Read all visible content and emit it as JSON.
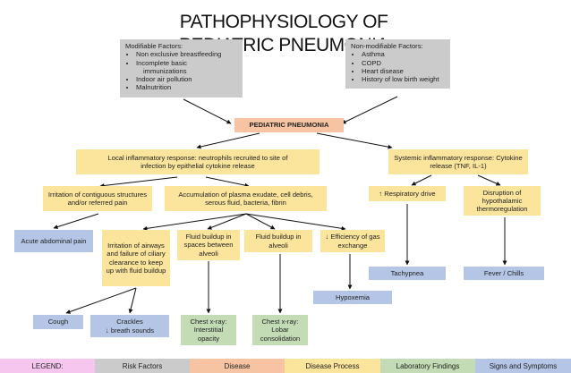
{
  "title": "PATHOPHYSIOLOGY OF PEDIATRIC PNEUMONIA",
  "modifiable": {
    "heading": "Modifiable Factors:",
    "items": [
      "Non exclusive breastfeeding",
      "Incomplete basic",
      "Indoor air pollution",
      "Malnutrition"
    ],
    "item2_cont": "immunizations"
  },
  "nonmodifiable": {
    "heading": "Non-modifiable Factors:",
    "items": [
      "Asthma",
      "COPD",
      "Heart disease",
      "History of low birth weight"
    ]
  },
  "disease": "PEDIATRIC PNEUMONIA",
  "nodes": {
    "local_response": "Local inflammatory response: neutrophils recruited to site of infection by epithelial cytokine release",
    "systemic_response": "Systemic inflammatory response: Cytokine release (TNF, IL-1)",
    "irritation_contiguous": "Irritation of contiguous structures and/or referred pain",
    "accumulation": "Accumulation of plasma exudate, cell debris, serous fluid, bacteria, fibrin",
    "resp_drive": "↑ Respiratory drive",
    "hypothalamic": "Disruption of hypothalamic thermoregulation",
    "abdominal_pain": "Acute abdominal pain",
    "ciliary": "Irritation of airways and failure of ciliary clearance to keep up with fluid buildup",
    "fluid_spaces": "Fluid buildup in spaces between alveoli",
    "fluid_alveoli": "Fluid buildup in alveoli",
    "gas_exchange": "↓ Efficiency of gas exchange",
    "tachypnea": "Tachypnea",
    "fever": "Fever / Chills",
    "hypoxemia": "Hypoxemia",
    "cough": "Cough",
    "crackles": "Crackles",
    "crackles_sub": "↓ breath sounds",
    "xray_interstitial": "Chest x-ray: Interstitial opacity",
    "xray_lobar": "Chest x-ray: Lobar consolidation"
  },
  "legend": {
    "label": "LEGEND:",
    "items": [
      "Risk Factors",
      "Disease",
      "Disease Process",
      "Laboratory Findings",
      "Signs and Symptoms"
    ]
  },
  "colors": {
    "risk": "#cbcbcb",
    "disease": "#f6c4a3",
    "process": "#fbe49c",
    "lab": "#c3dcb6",
    "signs": "#b4c5e6",
    "legend_label": "#f7c6ef"
  }
}
